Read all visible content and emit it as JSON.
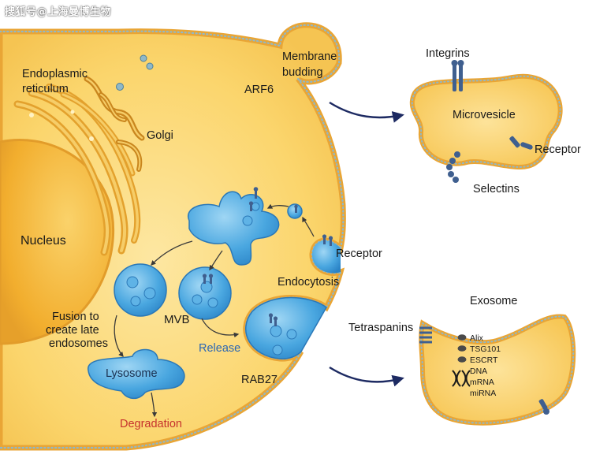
{
  "watermark": "搜狐号@上海曼博生物",
  "cell": {
    "nucleus": "Nucleus",
    "er_line1": "Endoplasmic",
    "er_line2": "reticulum",
    "golgi": "Golgi",
    "budding_line1": "Membrane",
    "budding_line2": "budding",
    "arf6": "ARF6",
    "receptor": "Receptor",
    "endocytosis": "Endocytosis",
    "mvb": "MVB",
    "release": "Release",
    "rab27": "RAB27",
    "fusion_line1": "Fusion to",
    "fusion_line2": "create late",
    "fusion_line3": "endosomes",
    "lysosome": "Lysosome",
    "degradation": "Degradation"
  },
  "microvesicle": {
    "title": "Microvesicle",
    "integrins": "Integrins",
    "receptor": "Receptor",
    "selectins": "Selectins"
  },
  "exosome": {
    "title": "Exosome",
    "tetraspanins": "Tetraspanins",
    "cargo": [
      "Alix",
      "TSG101",
      "ESCRT",
      "DNA",
      "mRNA",
      "miRNA"
    ]
  },
  "colors": {
    "cytoplasm": "#fbd46a",
    "membrane": "#e9a535",
    "membrane_dots": "#8fb8c8",
    "nucleus": "#f3b331",
    "organelle": "#e3a12d",
    "vesicle_blue": "#3b9ad8",
    "vesicle_light": "#8cc9ee",
    "protein": "#3f5f8f",
    "arrow": "#1d2a62",
    "release_text": "#2c67b3",
    "degradation_text": "#c6322d"
  }
}
